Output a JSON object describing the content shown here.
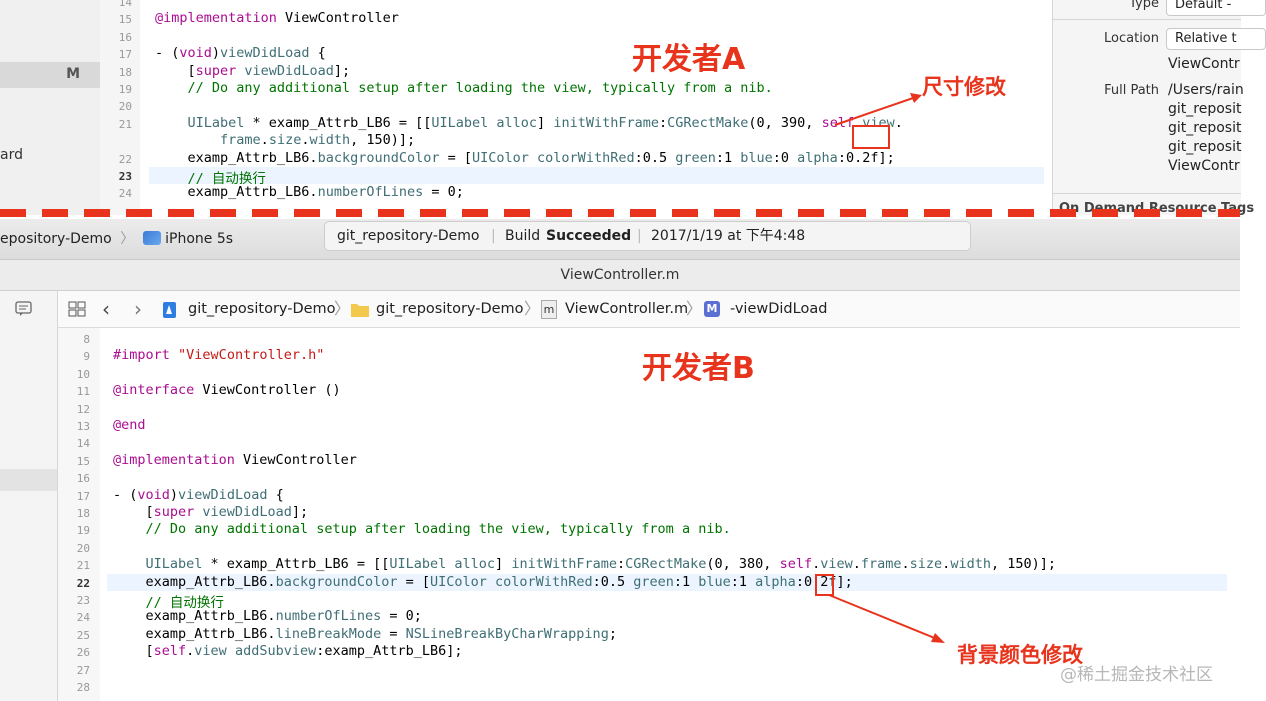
{
  "top": {
    "sidebar": {
      "trunc_label": "ard",
      "badge": "M"
    },
    "inspector": {
      "type_label": "Type",
      "type_value": "Default -",
      "location_label": "Location",
      "location_value": "Relative t",
      "file_name": "ViewContr",
      "full_path_label": "Full Path",
      "full_path_lines": [
        "/Users/rain",
        "git_reposit",
        "git_reposit",
        "git_reposit",
        "ViewContr"
      ],
      "on_demand": "On Demand Resource Tags"
    },
    "code": [
      {
        "n": "14",
        "t": ""
      },
      {
        "n": "15",
        "t": "@implementation ViewController"
      },
      {
        "n": "16",
        "t": ""
      },
      {
        "n": "17",
        "t": "- (void)viewDidLoad {"
      },
      {
        "n": "18",
        "t": "    [super viewDidLoad];"
      },
      {
        "n": "19",
        "t": "    // Do any additional setup after loading the view, typically from a nib."
      },
      {
        "n": "20",
        "t": ""
      },
      {
        "n": "21",
        "t": "    UILabel * examp_Attrb_LB6 = [[UILabel alloc] initWithFrame:CGRectMake(0, 390, self.view."
      },
      {
        "n": "",
        "t": "        frame.size.width, 150)];"
      },
      {
        "n": "22",
        "t": "    examp_Attrb_LB6.backgroundColor = [UIColor colorWithRed:0.5 green:1 blue:0 alpha:0.2f];"
      },
      {
        "n": "23",
        "t": "    // 自动换行"
      },
      {
        "n": "24",
        "t": "    examp_Attrb_LB6.numberOfLines = 0;"
      }
    ]
  },
  "bottom": {
    "toolbar": {
      "scheme_project": "epository-Demo",
      "scheme_device": "iPhone 5s",
      "status_project": "git_repository-Demo",
      "status_build_prefix": "Build",
      "status_build_result": "Succeeded",
      "status_time": "2017/1/19 at 下午4:48"
    },
    "window_title": "ViewController.m",
    "jumpbar": {
      "crumb_project": "git_repository-Demo",
      "crumb_group": "git_repository-Demo",
      "crumb_file": "ViewController.m",
      "crumb_method": "-viewDidLoad",
      "m_badge": "M",
      "file_badge": "m"
    },
    "code": [
      {
        "n": "8",
        "t": ""
      },
      {
        "n": "9",
        "t": "#import \"ViewController.h\""
      },
      {
        "n": "10",
        "t": ""
      },
      {
        "n": "11",
        "t": "@interface ViewController ()"
      },
      {
        "n": "12",
        "t": ""
      },
      {
        "n": "13",
        "t": "@end"
      },
      {
        "n": "14",
        "t": ""
      },
      {
        "n": "15",
        "t": "@implementation ViewController"
      },
      {
        "n": "16",
        "t": ""
      },
      {
        "n": "17",
        "t": "- (void)viewDidLoad {"
      },
      {
        "n": "18",
        "t": "    [super viewDidLoad];"
      },
      {
        "n": "19",
        "t": "    // Do any additional setup after loading the view, typically from a nib."
      },
      {
        "n": "20",
        "t": ""
      },
      {
        "n": "21",
        "t": "    UILabel * examp_Attrb_LB6 = [[UILabel alloc] initWithFrame:CGRectMake(0, 380, self.view.frame.size.width, 150)];"
      },
      {
        "n": "22",
        "t": "    examp_Attrb_LB6.backgroundColor = [UIColor colorWithRed:0.5 green:1 blue:1 alpha:0.2f];"
      },
      {
        "n": "23",
        "t": "    // 自动换行"
      },
      {
        "n": "24",
        "t": "    examp_Attrb_LB6.numberOfLines = 0;"
      },
      {
        "n": "25",
        "t": "    examp_Attrb_LB6.lineBreakMode = NSLineBreakByCharWrapping;"
      },
      {
        "n": "26",
        "t": "    [self.view addSubview:examp_Attrb_LB6];"
      },
      {
        "n": "27",
        "t": ""
      },
      {
        "n": "28",
        "t": ""
      }
    ]
  },
  "annotations": {
    "dev_a": "开发者A",
    "dev_b": "开发者B",
    "size_change": "尺寸修改",
    "bg_change": "背景颜色修改",
    "watermark": "@稀土掘金技术社区"
  },
  "colors": {
    "annotation_red": "#e8341c",
    "keyword": "#aa0d91",
    "class": "#3f6e75",
    "string": "#c41a16",
    "comment": "#007400"
  }
}
